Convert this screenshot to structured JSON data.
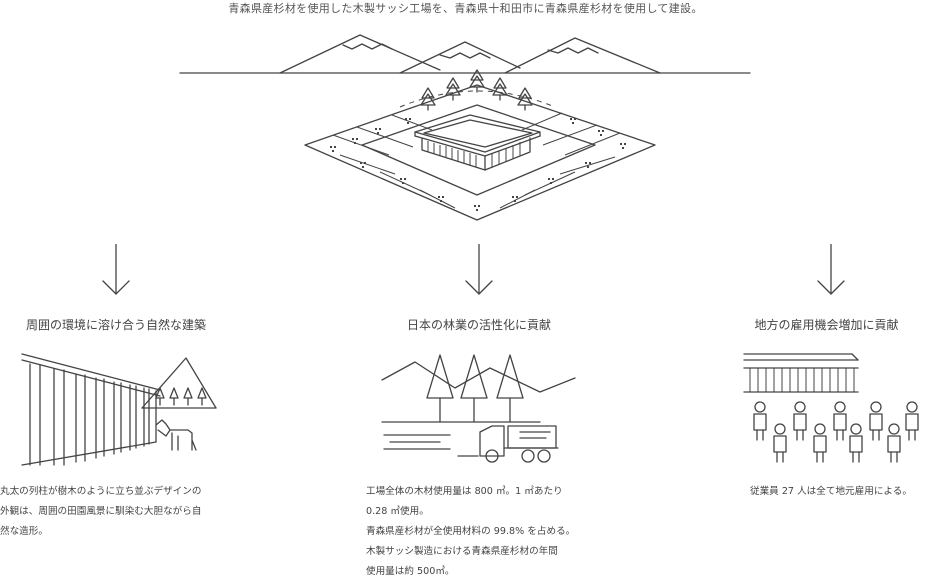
{
  "intro": "青森県産杉材を使用した木製サッシ工場を、青森県十和田市に青森県産杉材を使用して建設。",
  "columns": [
    {
      "title": "周囲の環境に溶け合う自然な建築",
      "lines": [
        "丸太の列柱が樹木のように立ち並ぶデザインの",
        "外観は、周囲の田園風景に馴染む大胆ながら自",
        "然な造形。"
      ]
    },
    {
      "title": "日本の林業の活性化に貢献",
      "lines": [
        "工場全体の木材使用量は 800 ㎥。1 ㎡あたり",
        "0.28 ㎥使用。",
        "青森県産杉材が全使用材料の 99.8% を占める。",
        "木製サッシ製造における青森県産杉材の年間",
        "使用量は約 500㎥。"
      ]
    },
    {
      "title": "地方の雇用機会増加に貢献",
      "lines": [
        "従業員 27 人は全て地元雇用による。"
      ]
    }
  ],
  "colors": {
    "line": "#444444",
    "text": "#444444"
  }
}
